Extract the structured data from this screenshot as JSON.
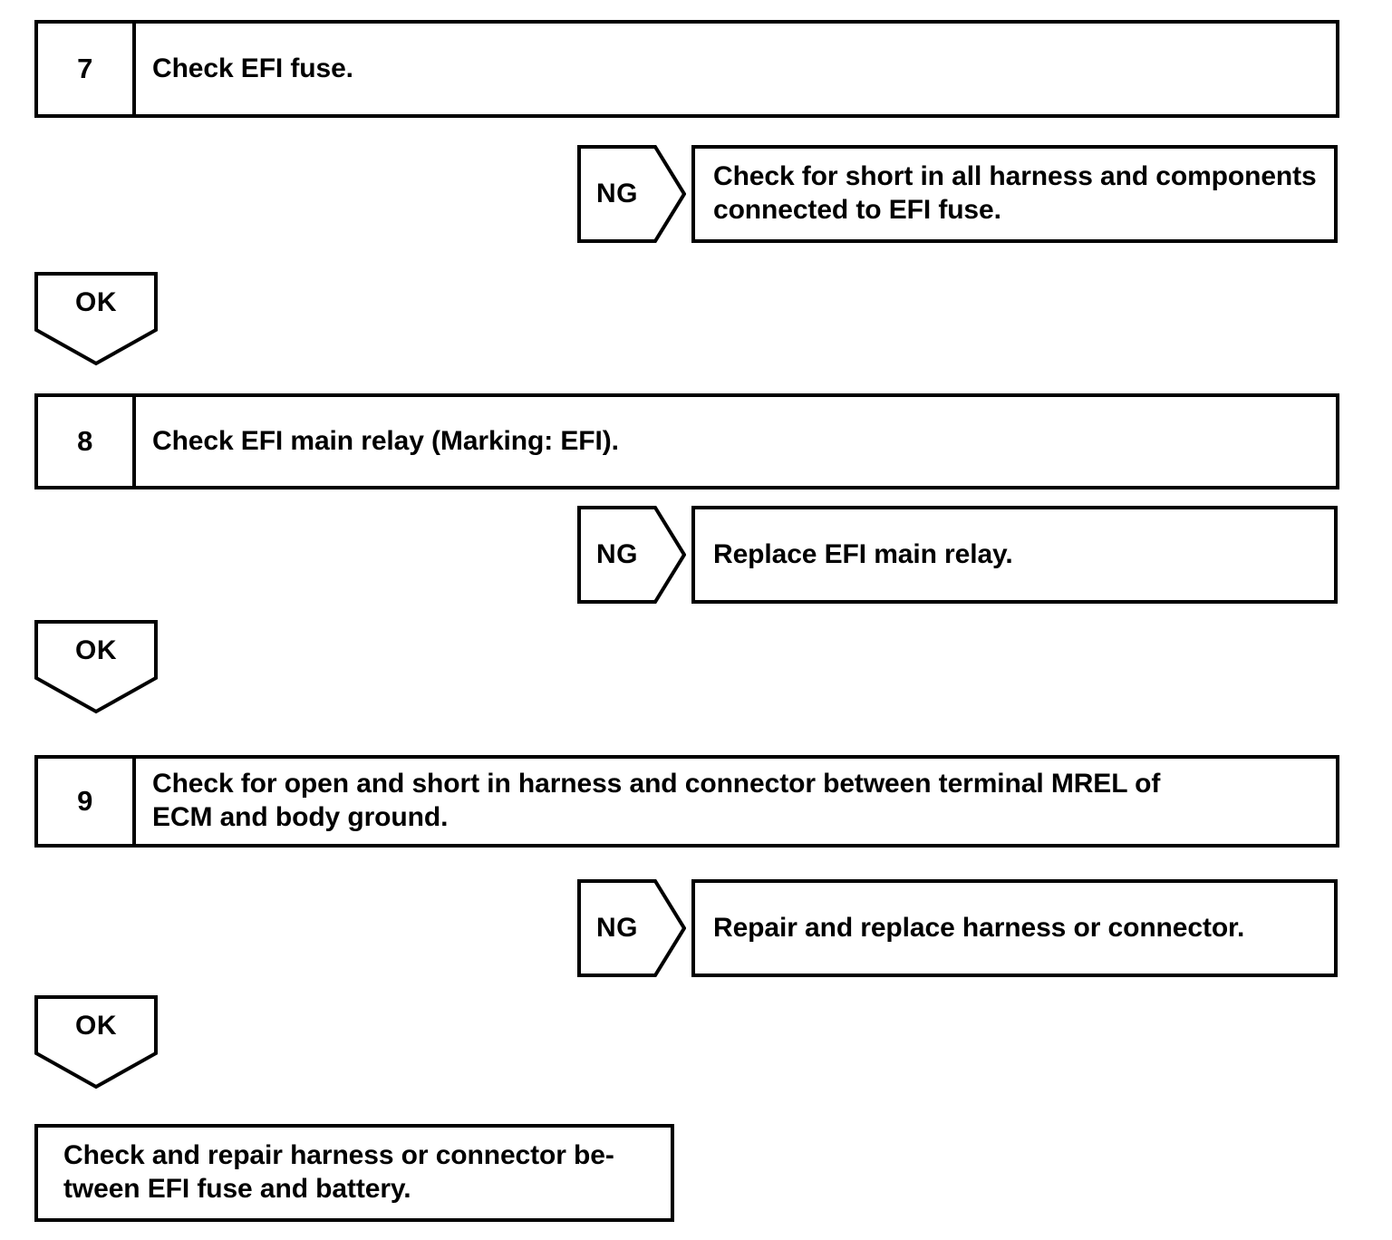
{
  "document": {
    "type": "diagnostic-flowchart",
    "title": "EFI fuse / EFI main relay troubleshooting steps"
  },
  "steps": [
    {
      "number": "7",
      "text": "Check EFI fuse.",
      "ng": {
        "label": "NG",
        "text": "Check for short in all harness and components\nconnected to EFI fuse."
      },
      "ok": {
        "label": "OK"
      }
    },
    {
      "number": "8",
      "text": "Check EFI main relay (Marking: EFI).",
      "ng": {
        "label": "NG",
        "text": "Replace EFI main relay."
      },
      "ok": {
        "label": "OK"
      }
    },
    {
      "number": "9",
      "text": "Check for open and short in harness and connector between terminal MREL of\nECM and body ground.",
      "ng": {
        "label": "NG",
        "text": "Repair and replace harness or connector."
      },
      "ok": {
        "label": "OK"
      }
    }
  ],
  "final": {
    "text": "Check and repair harness or connector be-\ntween EFI fuse and battery."
  },
  "colors": {
    "line": "#000000",
    "background": "#ffffff",
    "text": "#000000"
  }
}
